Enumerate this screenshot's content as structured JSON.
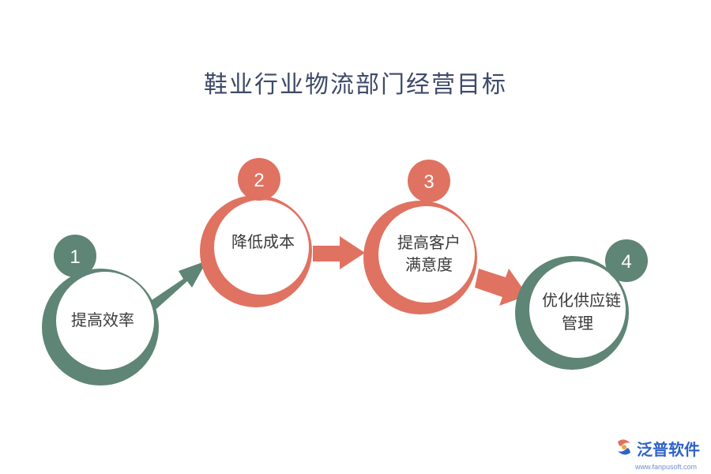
{
  "title": "鞋业行业物流部门经营目标",
  "colors": {
    "green": "#5e8575",
    "salmon": "#e07261",
    "title": "#3d4a68"
  },
  "stages": [
    {
      "number": "1",
      "lines": [
        "提高效率"
      ]
    },
    {
      "number": "2",
      "lines": [
        "降低成本"
      ]
    },
    {
      "number": "3",
      "lines": [
        "提高客户",
        "满意度"
      ]
    },
    {
      "number": "4",
      "lines": [
        "优化供应链",
        "管理"
      ]
    }
  ],
  "logo": {
    "text": "泛普软件",
    "url": "www.fanpusoft.com",
    "icon": "fanpu-logo-icon"
  }
}
